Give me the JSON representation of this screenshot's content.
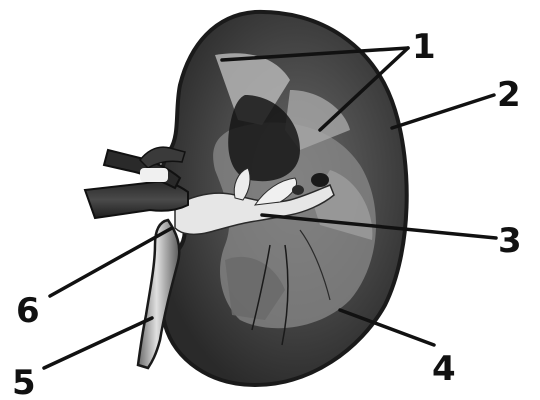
{
  "labels": {
    "l1": "1",
    "l2": "2",
    "l3": "3",
    "l4": "4",
    "l5": "5",
    "l6": "6"
  },
  "colors": {
    "background": "#ffffff",
    "ink": "#111111",
    "cortex_dark": "#3a3a3a",
    "capsule_edge": "#1a1a1a",
    "medulla_light": "#9a9a9a",
    "pelvis_white": "#e8e8e8"
  }
}
